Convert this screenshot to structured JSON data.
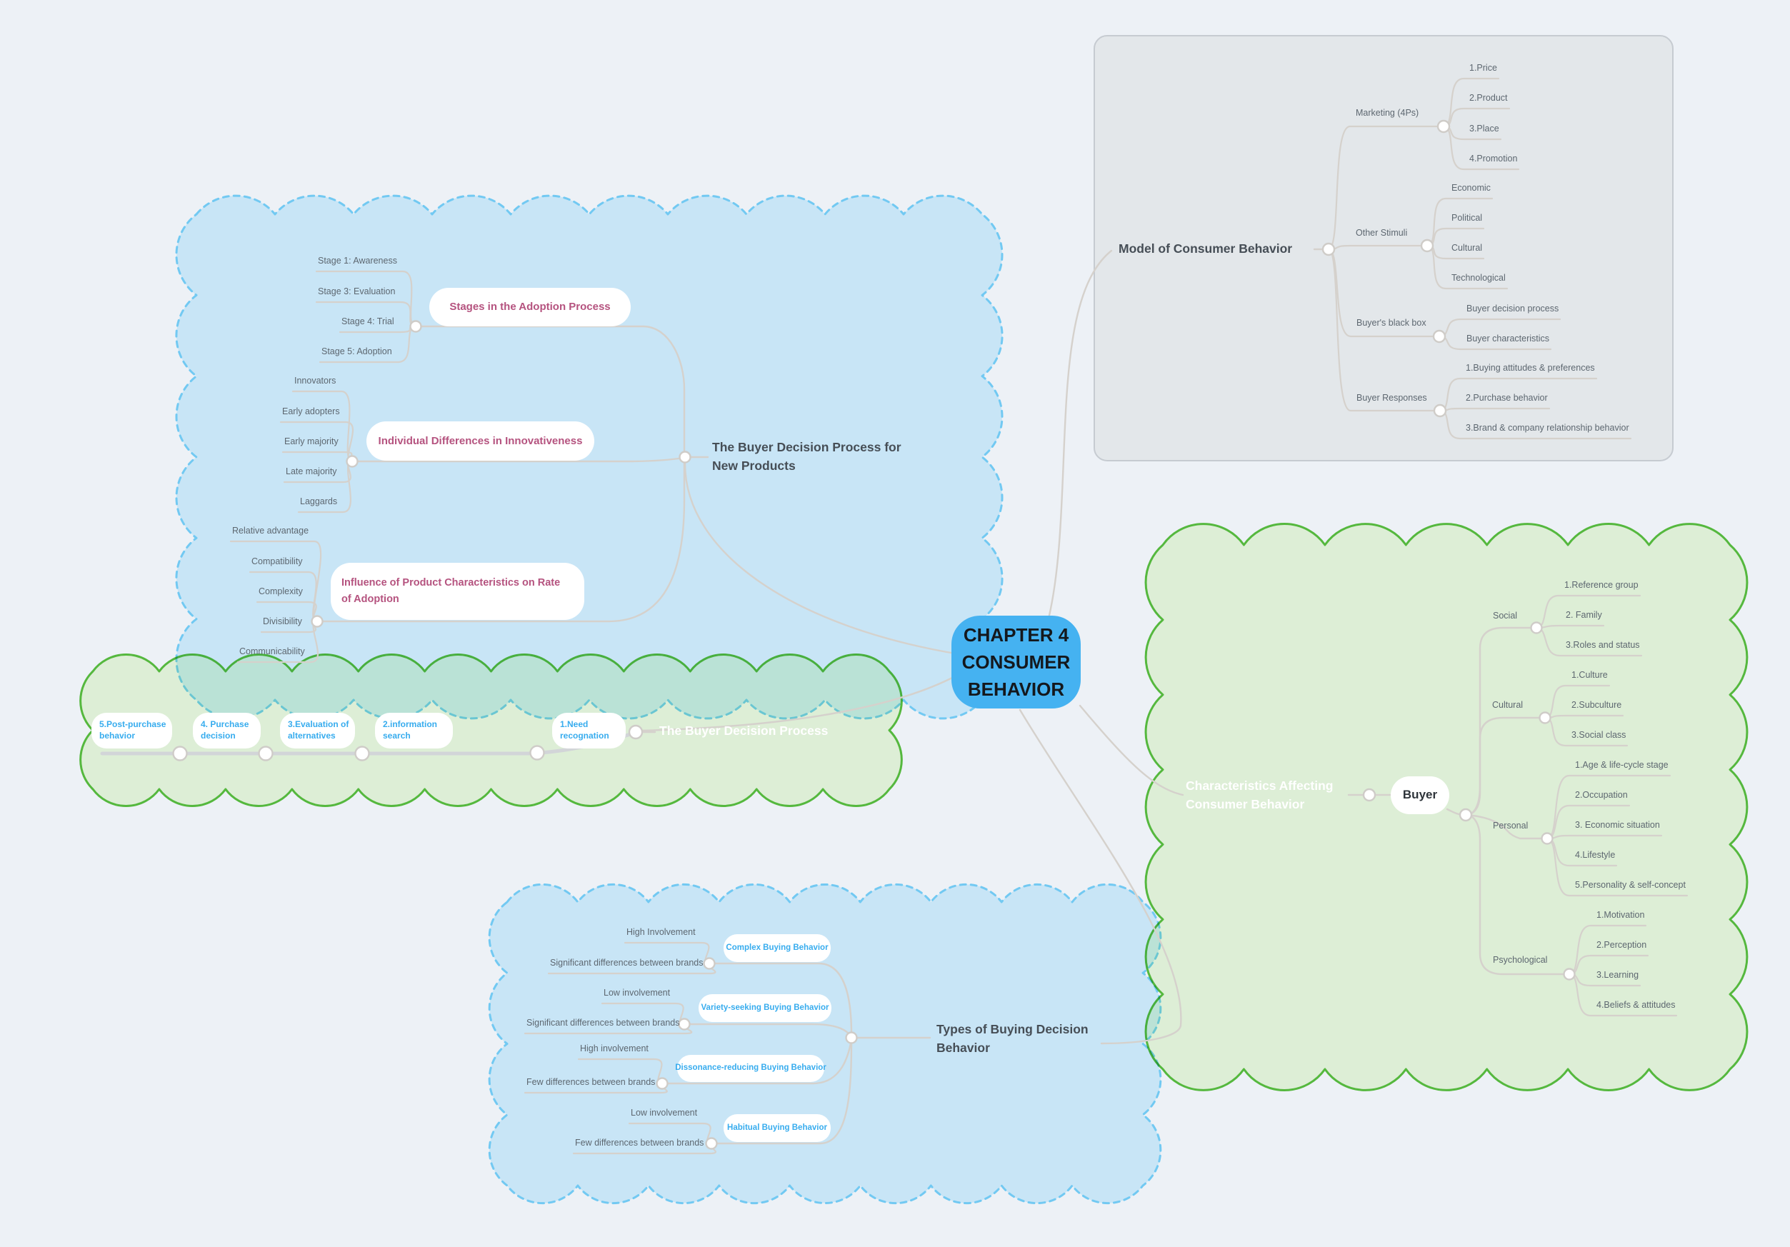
{
  "center": {
    "title": "CHAPTER 4\nCONSUMER\nBEHAVIOR"
  },
  "model": {
    "title": "Model of Consumer Behavior",
    "branches": [
      {
        "label": "Marketing (4Ps)",
        "children": [
          "1.Price",
          "2.Product",
          "3.Place",
          "4.Promotion"
        ]
      },
      {
        "label": "Other Stimuli",
        "children": [
          "Economic",
          "Political",
          "Cultural",
          "Technological"
        ]
      },
      {
        "label": "Buyer's black box",
        "children": [
          "Buyer decision process",
          "Buyer characteristics"
        ]
      },
      {
        "label": "Buyer Responses",
        "children": [
          "1.Buying attitudes & preferences",
          "2.Purchase behavior",
          "3.Brand & company relationship behavior"
        ]
      }
    ]
  },
  "new_products": {
    "title": "The Buyer Decision Process for\nNew Products",
    "subtopics": [
      {
        "label": "Stages in the Adoption Process",
        "leaves": [
          "Stage 1: Awareness",
          "Stage 3: Evaluation",
          "Stage 4: Trial",
          "Stage 5: Adoption"
        ]
      },
      {
        "label": "Individual Differences in Innovativeness",
        "leaves": [
          "Innovators",
          "Early adopters",
          "Early majority",
          "Late majority",
          "Laggards"
        ]
      },
      {
        "label": "Influence of Product Characteristics on Rate\nof Adoption",
        "leaves": [
          "Relative advantage",
          "Compatibility",
          "Complexity",
          "Divisibility",
          "Communicability"
        ]
      }
    ]
  },
  "decision_process": {
    "title": "The Buyer Decision Process",
    "steps": [
      "5.Post-purchase\nbehavior",
      "4. Purchase\ndecision",
      "3.Evaluation of\nalternatives",
      "2.information\nsearch",
      "1.Need\nrecognation"
    ]
  },
  "buying_types": {
    "title": "Types of Buying Decision\nBehavior",
    "types": [
      {
        "label": "Complex Buying Behavior",
        "leaves": [
          "High Involvement",
          "Significant differences between brands"
        ]
      },
      {
        "label": "Variety-seeking Buying Behavior",
        "leaves": [
          "Low involvement",
          "Significant differences between brands"
        ]
      },
      {
        "label": "Dissonance-reducing Buying Behavior",
        "leaves": [
          "High involvement",
          "Few differences between brands"
        ]
      },
      {
        "label": "Habitual Buying Behavior",
        "leaves": [
          "Low involvement",
          "Few differences between brands"
        ]
      }
    ]
  },
  "characteristics": {
    "title": "Characteristics Affecting\nConsumer Behavior",
    "buyer_label": "Buyer",
    "branches": [
      {
        "label": "Social",
        "children": [
          "1.Reference group",
          "2. Family",
          "3.Roles and status"
        ]
      },
      {
        "label": "Cultural",
        "children": [
          "1.Culture",
          "2.Subculture",
          "3.Social class"
        ]
      },
      {
        "label": "Personal",
        "children": [
          "1.Age & life-cycle stage",
          "2.Occupation",
          "3. Economic situation",
          "4.Lifestyle",
          "5.Personality & self-concept"
        ]
      },
      {
        "label": "Psychological",
        "children": [
          "1.Motivation",
          "2.Perception",
          "3.Learning",
          "4.Beliefs & attitudes"
        ]
      }
    ]
  },
  "colors": {
    "background": "#edf1f6",
    "center_node_blue": "#45b2f1",
    "cloud_blue_fill": "#c9e6f6",
    "cloud_blue_border": "#72c9f2",
    "cloud_green_fill": "#ddeed6",
    "cloud_green_border": "#55b83e",
    "panel_gray_fill": "#e3e7ea",
    "panel_gray_border": "#c6cbd1",
    "pink_topic_text": "#b5537f",
    "blue_topic_text": "#37acee",
    "connector_gray": "#d5d1cc",
    "label_gray_text": "#5d6770",
    "title_dark_text": "#464e56"
  }
}
